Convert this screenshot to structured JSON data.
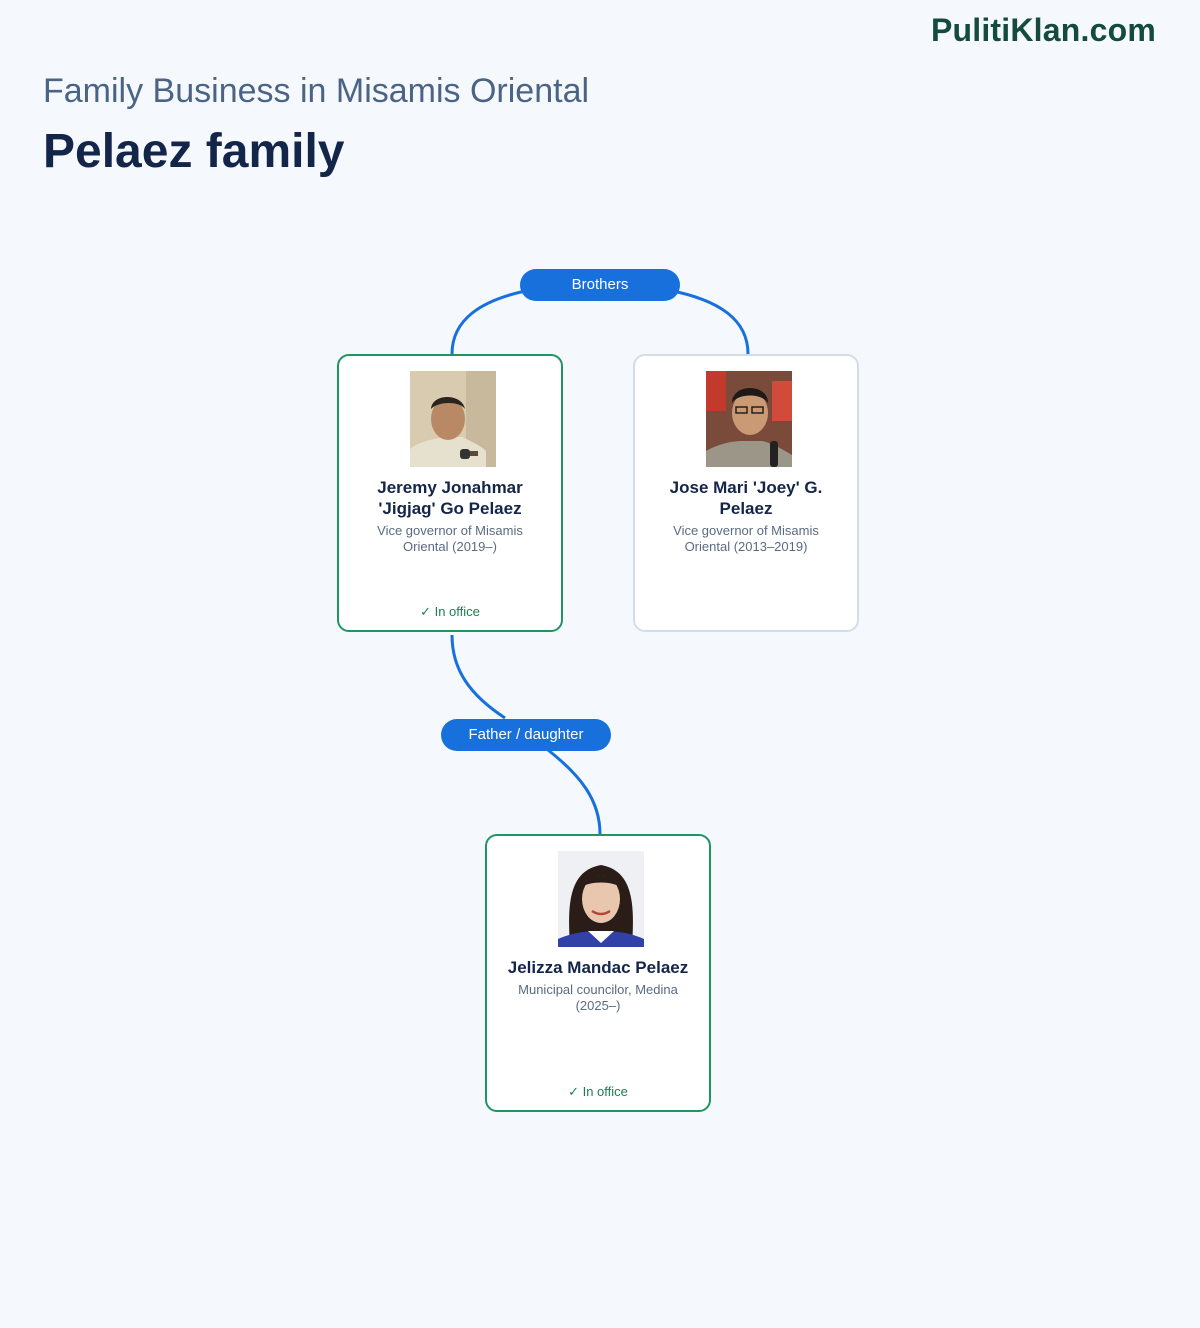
{
  "brand": "PulitiKlan.com",
  "header": {
    "subtitle": "Family Business in Misamis Oriental",
    "title": "Pelaez family"
  },
  "relations": [
    {
      "label": "Brothers"
    },
    {
      "label": "Father / daughter"
    }
  ],
  "people": [
    {
      "name": "Jeremy Jonahmar 'Jigjag' Go Pelaez",
      "role": "Vice governor of Misamis Oriental (2019–)",
      "status": "✓ In office",
      "photo_icon": "person-photo"
    },
    {
      "name": "Jose Mari 'Joey' G. Pelaez",
      "role": "Vice governor of Misamis Oriental (2013–2019)",
      "status": "",
      "photo_icon": "person-photo"
    },
    {
      "name": "Jelizza Mandac Pelaez",
      "role": "Municipal councilor, Medina (2025–)",
      "status": "✓ In office",
      "photo_icon": "person-photo"
    }
  ],
  "colors": {
    "link": "#1770dc",
    "active_border": "#1f9560",
    "inactive_border": "#d3dde8",
    "status_text": "#1c7f50"
  }
}
